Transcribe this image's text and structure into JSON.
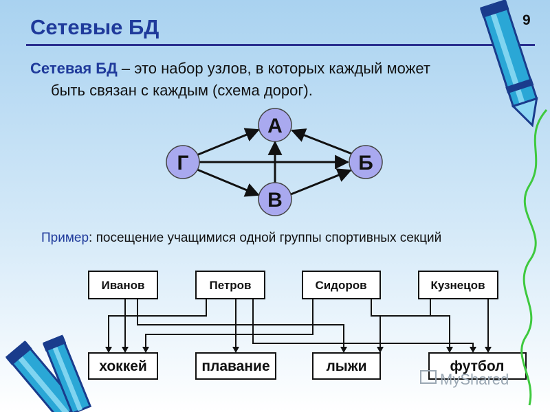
{
  "slide": {
    "title": "Сетевые БД",
    "page_number": "9",
    "definition": {
      "term": "Сетевая БД",
      "rest_line1": " – это набор узлов, в которых каждый может",
      "line2": "быть связан с каждым (схема дорог)."
    },
    "example": {
      "label": "Пример",
      "text": ": посещение учащимися одной группы спортивных секций"
    },
    "watermark": "MyShared"
  },
  "graph": {
    "node_color": "#a9a9ef",
    "nodes": [
      {
        "id": "A",
        "label": "А"
      },
      {
        "id": "B",
        "label": "Б"
      },
      {
        "id": "V",
        "label": "В"
      },
      {
        "id": "G",
        "label": "Г"
      }
    ]
  },
  "network": {
    "people": [
      "Иванов",
      "Петров",
      "Сидоров",
      "Кузнецов"
    ],
    "sports": [
      "хоккей",
      "плавание",
      "лыжи",
      "футбол"
    ]
  },
  "colors": {
    "title": "#1f3a9b",
    "accent": "#1f3a9b",
    "pencil_body": "#2aa7d6",
    "pencil_dark": "#1a3c8c"
  }
}
